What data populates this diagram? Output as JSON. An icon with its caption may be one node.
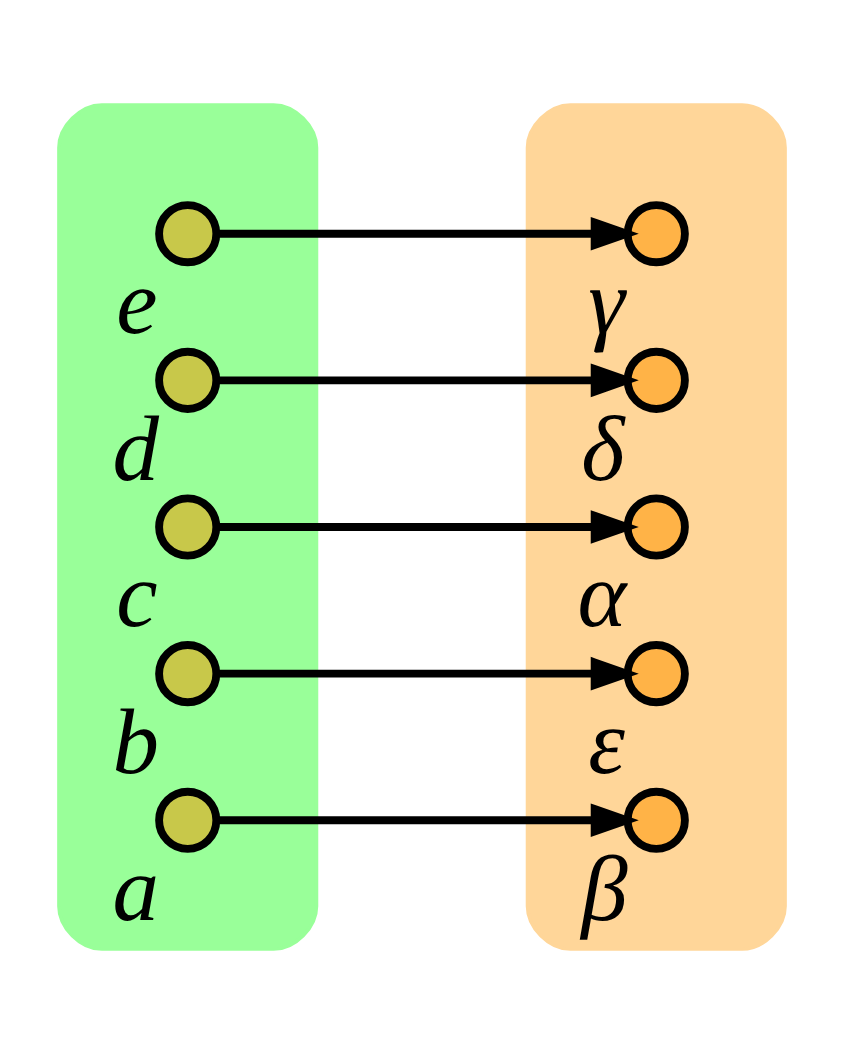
{
  "diagram": {
    "nodes": [
      {
        "text": [],
        "shape": "ellipse"
      },
      {
        "text": [],
        "shape": "circle",
        "in": 0,
        "beside": [
          "a"
        ]
      },
      {
        "text": [],
        "shape": "circle",
        "in": 0,
        "beside": [
          "b"
        ]
      },
      {
        "text": [],
        "shape": "circle",
        "in": 0,
        "beside": [
          "c"
        ]
      },
      {
        "text": [],
        "shape": "circle",
        "in": 0,
        "beside": [
          "d"
        ]
      },
      {
        "text": [],
        "shape": "circle",
        "in": 0,
        "beside": [
          "e"
        ]
      },
      {
        "text": [],
        "shape": "ellipse"
      },
      {
        "text": [],
        "shape": "circle",
        "in": 6,
        "beside": [
          "α"
        ]
      },
      {
        "text": [],
        "shape": "circle",
        "in": 6,
        "beside": [
          "β"
        ]
      },
      {
        "text": [],
        "shape": "circle",
        "in": 6,
        "beside": [
          "γ"
        ]
      },
      {
        "text": [],
        "shape": "circle",
        "in": 6,
        "beside": [
          "δ"
        ]
      },
      {
        "text": [],
        "shape": "circle",
        "in": 6,
        "beside": [
          "ε"
        ]
      }
    ],
    "edges": [
      {
        "from": 1,
        "to": 8,
        "arrow": "to"
      },
      {
        "from": 2,
        "to": 11,
        "arrow": "to"
      },
      {
        "from": 3,
        "to": 7,
        "arrow": "to"
      },
      {
        "from": 4,
        "to": 10,
        "arrow": "to"
      },
      {
        "from": 5,
        "to": 9,
        "arrow": "to"
      }
    ]
  }
}
